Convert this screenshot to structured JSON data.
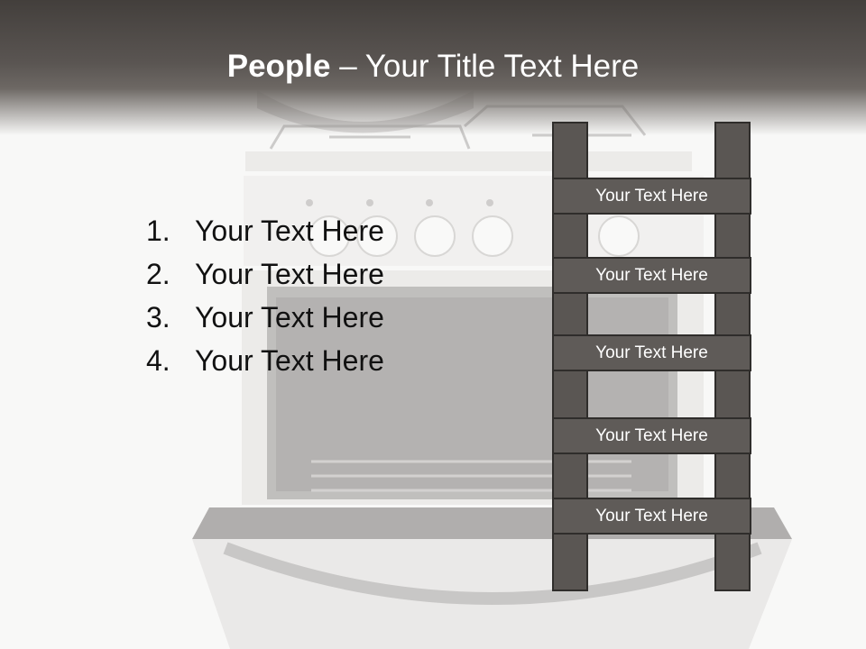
{
  "slide": {
    "title_strong": "People",
    "title_rest": " – Your Title Text Here",
    "list": [
      {
        "num": "1.",
        "text": "Your Text Here"
      },
      {
        "num": "2.",
        "text": "Your Text Here"
      },
      {
        "num": "3.",
        "text": "Your Text Here"
      },
      {
        "num": "4.",
        "text": "Your Text Here"
      }
    ],
    "ladder_labels": [
      "Your Text Here",
      "Your Text Here",
      "Your Text Here",
      "Your Text Here",
      "Your Text Here"
    ]
  },
  "colors": {
    "title_band": "#4a4643",
    "ladder_fill": "#5f5b58",
    "ladder_border": "#2f2d2b",
    "title_text": "#ffffff",
    "body_text": "#111111"
  }
}
